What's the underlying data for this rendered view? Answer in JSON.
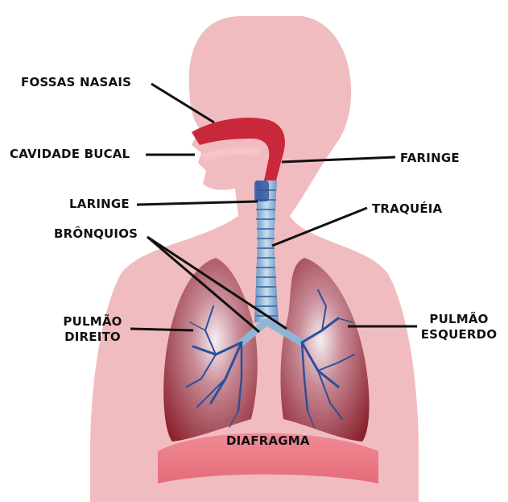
{
  "labels": {
    "fossas_nasais": "FOSSAS NASAIS",
    "cavidade_bucal": "CAVIDADE BUCAL",
    "faringe": "FARINGE",
    "laringe": "LARINGE",
    "traqueia": "TRAQUÉIA",
    "bronquios": "BRÔNQUIOS",
    "pulmao_direito_line1": "PULMÃO",
    "pulmao_direito_line2": "DIREITO",
    "pulmao_esquerdo_line1": "PULMÃO",
    "pulmao_esquerdo_line2": "ESQUERDO",
    "diafragma": "DIAFRAGMA"
  },
  "colors": {
    "body": "#f1bcc0",
    "body_shadow": "#e8a6ab",
    "airway_red": "#c8283a",
    "trachea_blue": "#8fb4d6",
    "trachea_ring": "#4c78a8",
    "lung": "#8f2630",
    "bronchi": "#2d4f9a",
    "diaphragm": "#e98993",
    "label_line": "#111111"
  }
}
